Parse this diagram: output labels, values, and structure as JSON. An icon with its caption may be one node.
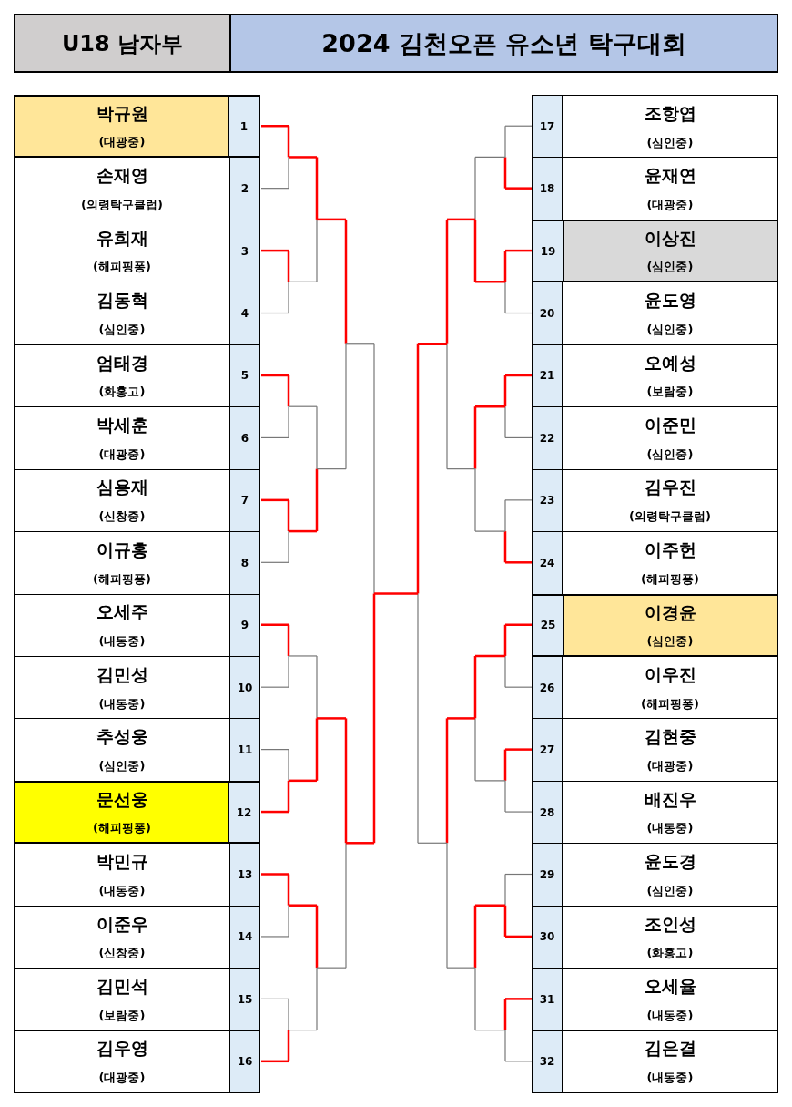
{
  "diagram": {
    "nodes": [
      {
        "text": [
          "U18 남자부"
        ]
      },
      {
        "text": [
          "2024 김천오픈 유소년 탁구대회"
        ]
      },
      {
        "text": [
          "박규원",
          "(대광중)",
          "1"
        ]
      },
      {
        "text": [
          "손재영",
          "(의령탁구클럽)",
          "2"
        ]
      },
      {
        "text": [
          "유희재",
          "(해피핑퐁)",
          "3"
        ]
      },
      {
        "text": [
          "김동혁",
          "(심인중)",
          "4"
        ]
      },
      {
        "text": [
          "엄태경",
          "(화홍고)",
          "5"
        ]
      },
      {
        "text": [
          "박세훈",
          "(대광중)",
          "6"
        ]
      },
      {
        "text": [
          "심용재",
          "(신창중)",
          "7"
        ]
      },
      {
        "text": [
          "이규홍",
          "(해피핑퐁)",
          "8"
        ]
      },
      {
        "text": [
          "오세주",
          "(내동중)",
          "9"
        ]
      },
      {
        "text": [
          "김민성",
          "(내동중)",
          "10"
        ]
      },
      {
        "text": [
          "추성웅",
          "(심인중)",
          "11"
        ]
      },
      {
        "text": [
          "문선웅",
          "(해피핑퐁)",
          "12"
        ]
      },
      {
        "text": [
          "박민규",
          "(내동중)",
          "13"
        ]
      },
      {
        "text": [
          "이준우",
          "(신창중)",
          "14"
        ]
      },
      {
        "text": [
          "김민석",
          "(보람중)",
          "15"
        ]
      },
      {
        "text": [
          "김우영",
          "(대광중)",
          "16"
        ]
      },
      {
        "text": [
          "조항엽",
          "(심인중)",
          "17"
        ]
      },
      {
        "text": [
          "윤재연",
          "(대광중)",
          "18"
        ]
      },
      {
        "text": [
          "이상진",
          "(심인중)",
          "19"
        ]
      },
      {
        "text": [
          "윤도영",
          "(심인중)",
          "20"
        ]
      },
      {
        "text": [
          "오예성",
          "(보람중)",
          "21"
        ]
      },
      {
        "text": [
          "이준민",
          "(심인중)",
          "22"
        ]
      },
      {
        "text": [
          "김우진",
          "(의령탁구클럽)",
          "23"
        ]
      },
      {
        "text": [
          "이주헌",
          "(해피핑퐁)",
          "24"
        ]
      },
      {
        "text": [
          "이경윤",
          "(심인중)",
          "25"
        ]
      },
      {
        "text": [
          "이우진",
          "(해피핑퐁)",
          "26"
        ]
      },
      {
        "text": [
          "김현중",
          "(대광중)",
          "27"
        ]
      },
      {
        "text": [
          "배진우",
          "(내동중)",
          "28"
        ]
      },
      {
        "text": [
          "윤도경",
          "(심인중)",
          "29"
        ]
      },
      {
        "text": [
          "조인성",
          "(화홍고)",
          "30"
        ]
      },
      {
        "text": [
          "오세율",
          "(내동중)",
          "31"
        ]
      },
      {
        "text": [
          "김은결",
          "(내동중)",
          "32"
        ]
      }
    ]
  }
}
